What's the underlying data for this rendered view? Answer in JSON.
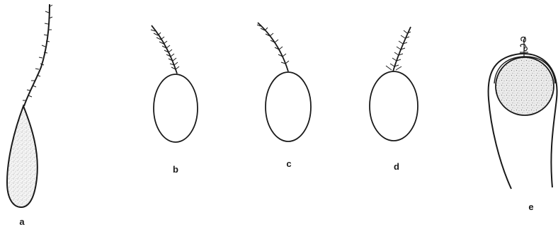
{
  "figure": {
    "panels": [
      {
        "id": "a",
        "label": "a",
        "body_shape": "elongated-teardrop",
        "stippled": true
      },
      {
        "id": "b",
        "label": "b",
        "body_shape": "oval",
        "stippled": false
      },
      {
        "id": "c",
        "label": "c",
        "body_shape": "oval",
        "stippled": false
      },
      {
        "id": "d",
        "label": "d",
        "body_shape": "oval",
        "stippled": false
      },
      {
        "id": "e",
        "label": "e",
        "body_shape": "round-in-envelope",
        "stippled": true
      }
    ],
    "colors": {
      "ink": "#1a1a1a",
      "stipple": "#9a9a9a",
      "background": "#ffffff"
    }
  }
}
